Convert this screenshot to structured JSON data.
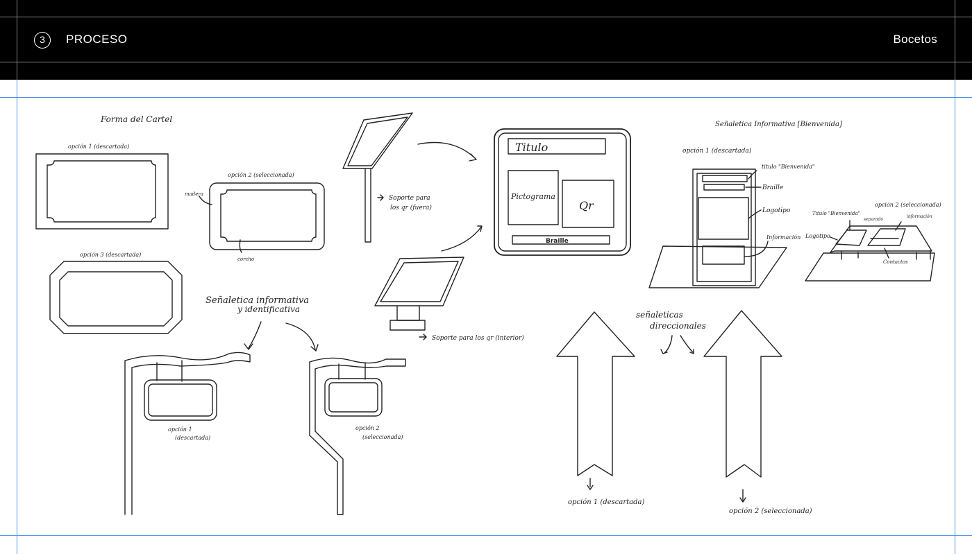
{
  "header": {
    "section_number": "3",
    "section_title": "PROCESO",
    "page_label": "Bocetos"
  },
  "sketch": {
    "forma_title": "Forma del Cartel",
    "opcion1_desc": "opción 1 (descartada)",
    "opcion2_sel": "opción 2 (seleccionada)",
    "opcion3_desc": "opción 3 (descartada)",
    "madera": "madera",
    "corcho": "corcho",
    "senaletica_title_1": "Señaletica informativa",
    "senaletica_title_2": "y identificativa",
    "colgante1_1": "opción 1",
    "colgante1_2": "(descartada)",
    "colgante2_1": "opción 2",
    "colgante2_2": "(seleccionada)",
    "soporte_fuera_1": "Soporte para",
    "soporte_fuera_2": "los qr (fuera)",
    "soporte_interior": "Soporte para los qr (interior)",
    "panel_titulo": "Titulo",
    "panel_pictograma": "Pictograma",
    "panel_qr": "Qr",
    "panel_braille": "Braille",
    "bienvenida_title": "Señaletica Informativa [Bienvenida]",
    "bienvenida_op1": "opción 1 (descartada)",
    "bienvenida_titulo": "titulo \"Bienvenida\"",
    "bienvenida_braille": "Braille",
    "bienvenida_logotipo": "Logotipo",
    "bienvenida_informacion": "Información",
    "bienvenida_op2": "opción 2 (seleccionada)",
    "mesa_titulo": "Titulo \"Bienvenida\"",
    "mesa_separado": "separado",
    "mesa_informacion": "información",
    "mesa_logotipo": "Logotipo",
    "mesa_contactos": "Contactos",
    "direccionales_1": "señaleticas",
    "direccionales_2": "direccionales",
    "flecha_op1": "opción 1 (descartada)",
    "flecha_op2": "opción 2 (seleccionada)"
  }
}
